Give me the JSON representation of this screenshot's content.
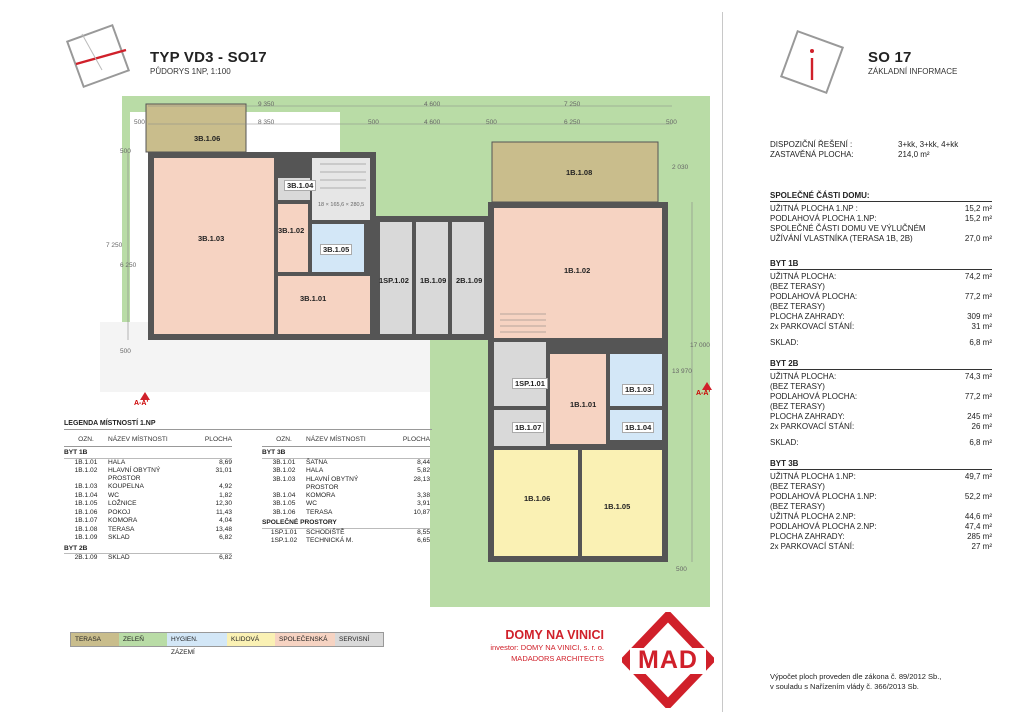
{
  "header_left": {
    "title": "TYP VD3 - SO17",
    "subtitle": "PŮDORYS 1NP, 1:100"
  },
  "header_right": {
    "title": "SO 17",
    "subtitle": "ZÁKLADNÍ INFORMACE",
    "logo_letter": "i"
  },
  "plan": {
    "rooms": {
      "r3B106": "3B.1.06",
      "r3B104": "3B.1.04",
      "r3B103": "3B.1.03",
      "r3B102": "3B.1.02",
      "r3B105": "3B.1.05",
      "r3B101": "3B.1.01",
      "r1SP102": "1SP.1.02",
      "r1B109": "1B.1.09",
      "r2B109": "2B.1.09",
      "r1B108": "1B.1.08",
      "r1B102": "1B.1.02",
      "r1SP101": "1SP.1.01",
      "r1B101": "1B.1.01",
      "r1B103": "1B.1.03",
      "r1B107": "1B.1.07",
      "r1B104": "1B.1.04",
      "r1B106": "1B.1.06",
      "r1B105": "1B.1.05"
    },
    "dims": {
      "d9350": "9 350",
      "d8350": "8 350",
      "d4600a": "4 600",
      "d4600b": "4 600",
      "d7250": "7 250",
      "d6250": "6 250",
      "d500a": "500",
      "d500b": "500",
      "d500c": "500",
      "d500d": "500",
      "d500e": "500",
      "d7250v": "7 250",
      "d6250v": "6 250",
      "d2030": "2 030",
      "d13970": "13 970",
      "d17000": "17 000",
      "d500v": "500",
      "d500w": "500",
      "stair": "18 × 165,6 × 280,5"
    },
    "section_left": "A-A'",
    "section_right": "A-A'"
  },
  "legend": {
    "title": "LEGENDA MÍSTNOSTÍ 1.NP",
    "col_ozn": "OZN.",
    "col_nazev": "NÁZEV MÍSTNOSTI",
    "col_plocha": "PLOCHA",
    "left": {
      "group1": "BYT 1B",
      "rows1": [
        [
          "1B.1.01",
          "HALA",
          "8,69"
        ],
        [
          "1B.1.02",
          "HLAVNÍ OBYTNÝ PROSTOR",
          "31,01"
        ],
        [
          "1B.1.03",
          "KOUPELNA",
          "4,92"
        ],
        [
          "1B.1.04",
          "WC",
          "1,82"
        ],
        [
          "1B.1.05",
          "LOŽNICE",
          "12,30"
        ],
        [
          "1B.1.06",
          "POKOJ",
          "11,43"
        ],
        [
          "1B.1.07",
          "KOMORA",
          "4,04"
        ],
        [
          "1B.1.08",
          "TERASA",
          "13,48"
        ],
        [
          "1B.1.09",
          "SKLAD",
          "6,82"
        ]
      ],
      "group2": "BYT 2B",
      "rows2": [
        [
          "2B.1.09",
          "SKLAD",
          "6,82"
        ]
      ]
    },
    "right": {
      "group1": "BYT 3B",
      "rows1": [
        [
          "3B.1.01",
          "ŠATNA",
          "8,44"
        ],
        [
          "3B.1.02",
          "HALA",
          "5,82"
        ],
        [
          "3B.1.03",
          "HLAVNÍ OBYTNÝ PROSTOR",
          "28,13"
        ],
        [
          "3B.1.04",
          "KOMORA",
          "3,38"
        ],
        [
          "3B.1.05",
          "WC",
          "3,91"
        ],
        [
          "3B.1.06",
          "TERASA",
          "10,87"
        ]
      ],
      "group2": "SPOLEČNÉ PROSTORY",
      "rows2": [
        [
          "1SP.1.01",
          "SCHODIŠTĚ",
          "8,55"
        ],
        [
          "1SP.1.02",
          "TECHNICKÁ M.",
          "6,65"
        ]
      ]
    }
  },
  "swatches": [
    {
      "label": "TERASA",
      "color": "#c9bd8c"
    },
    {
      "label": "ZELEŇ",
      "color": "#b9dca6"
    },
    {
      "label": "HYGIEN. ZÁZEMÍ",
      "color": "#d3e7f7"
    },
    {
      "label": "KLIDOVÁ",
      "color": "#faf1b4"
    },
    {
      "label": "SPOLEČENSKÁ",
      "color": "#f6d3c2"
    },
    {
      "label": "SERVISNÍ",
      "color": "#d9d9d9"
    }
  ],
  "colors": {
    "accent_red": "#d0202a",
    "terrace": "#c9bd8c",
    "green": "#b9dca6",
    "wall": "#555555"
  },
  "info": {
    "dispo_label": "DISPOZIČNÍ ŘEŠENÍ :",
    "dispo_value": "3+kk, 3+kk, 4+kk",
    "zast_label": "ZASTAVĚNÁ PLOCHA:",
    "zast_value": "214,0 m²",
    "spol_head": "SPOLEČNÉ ČÁSTI DOMU:",
    "spol_rows": [
      [
        "UŽITNÁ PLOCHA 1.NP :",
        "15,2 m²"
      ],
      [
        "PODLAHOVÁ PLOCHA 1.NP:",
        "15,2 m²"
      ],
      [
        "SPOLEČNÉ ČÁSTI DOMU VE VÝLUČNÉM",
        ""
      ],
      [
        "UŽÍVÁNÍ VLASTNÍKA (TERASA 1B, 2B)",
        "27,0 m²"
      ]
    ],
    "b1_head": "BYT 1B",
    "b1_rows": [
      [
        "UŽITNÁ PLOCHA:",
        "74,2 m²"
      ],
      [
        "(BEZ TERASY)",
        ""
      ],
      [
        "PODLAHOVÁ PLOCHA:",
        "77,2 m²"
      ],
      [
        "(BEZ TERASY)",
        ""
      ],
      [
        "PLOCHA ZAHRADY:",
        "309 m²"
      ],
      [
        "2x PARKOVACÍ STÁNÍ:",
        "31 m²"
      ]
    ],
    "b1_sklad_label": "SKLAD:",
    "b1_sklad_value": "6,8 m²",
    "b2_head": "BYT 2B",
    "b2_rows": [
      [
        "UŽITNÁ PLOCHA:",
        "74,3 m²"
      ],
      [
        "(BEZ TERASY)",
        ""
      ],
      [
        "PODLAHOVÁ PLOCHA:",
        "77,2 m²"
      ],
      [
        "(BEZ TERASY)",
        ""
      ],
      [
        "PLOCHA ZAHRADY:",
        "245 m²"
      ],
      [
        "2x PARKOVACÍ STÁNÍ:",
        "26 m²"
      ]
    ],
    "b2_sklad_label": "SKLAD:",
    "b2_sklad_value": "6,8 m²",
    "b3_head": "BYT 3B",
    "b3_rows": [
      [
        "UŽITNÁ PLOCHA 1.NP:",
        "49,7 m²"
      ],
      [
        "(BEZ TERASY)",
        ""
      ],
      [
        "PODLAHOVÁ PLOCHA 1.NP:",
        "52,2 m²"
      ],
      [
        "(BEZ TERASY)",
        ""
      ],
      [
        "UŽITNÁ PLOCHA 2.NP:",
        "44,6 m²"
      ],
      [
        "PODLAHOVÁ PLOCHA 2.NP:",
        "47,4 m²"
      ],
      [
        "PLOCHA ZAHRADY:",
        "285 m²"
      ],
      [
        "2x PARKOVACÍ STÁNÍ:",
        "27 m²"
      ]
    ]
  },
  "brand": {
    "name": "DOMY NA VINICI",
    "investor": "investor: DOMY NA VINICI, s. r. o.",
    "architects": "MADADORS ARCHITECTS",
    "logo_text": "MAD"
  },
  "footnote": {
    "line1": "Výpočet ploch proveden dle zákona č. 89/2012 Sb.,",
    "line2": "v souladu s Nařízením vlády č. 366/2013 Sb."
  }
}
